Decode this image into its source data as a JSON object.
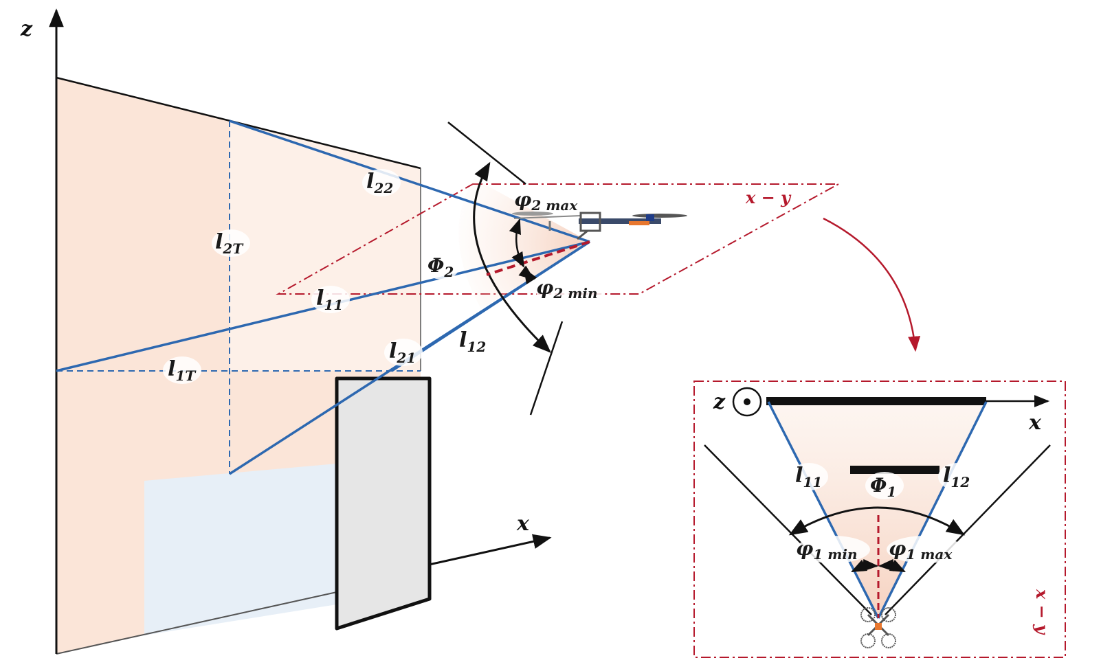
{
  "colors": {
    "wall_fill": "#fbe5d8",
    "wall_fill_light": "#fdf0e8",
    "floor_fill": "#e7eff7",
    "cable": "#2d68b0",
    "plane": "#b5192c",
    "obstacle_fill": "#e6e6e6",
    "fov_fill": "#f9e2d6"
  },
  "axes_3d": {
    "z": "z",
    "x": "x"
  },
  "plane_label": "x − y",
  "labels_3d": {
    "l22": {
      "base": "l",
      "sub": "22"
    },
    "l2T": {
      "base": "l",
      "sub": "2T"
    },
    "phi2": {
      "base": "Φ",
      "sub": "2"
    },
    "l11": {
      "base": "l",
      "sub": "11"
    },
    "l12": {
      "base": "l",
      "sub": "12"
    },
    "l21": {
      "base": "l",
      "sub": "21"
    },
    "l1T": {
      "base": "l",
      "sub": "1T"
    },
    "phi2max": {
      "base": "φ",
      "sub": "2 max"
    },
    "phi2min": {
      "base": "φ",
      "sub": "2 min"
    }
  },
  "inset": {
    "axis_z": "z",
    "axis_x": "x",
    "plane_label": "x − y",
    "l11": {
      "base": "l",
      "sub": "11"
    },
    "l12": {
      "base": "l",
      "sub": "12"
    },
    "phi1": {
      "base": "Φ",
      "sub": "1"
    },
    "phi1min": {
      "base": "φ",
      "sub": "1 min"
    },
    "phi1max": {
      "base": "φ",
      "sub": "1 max"
    }
  }
}
